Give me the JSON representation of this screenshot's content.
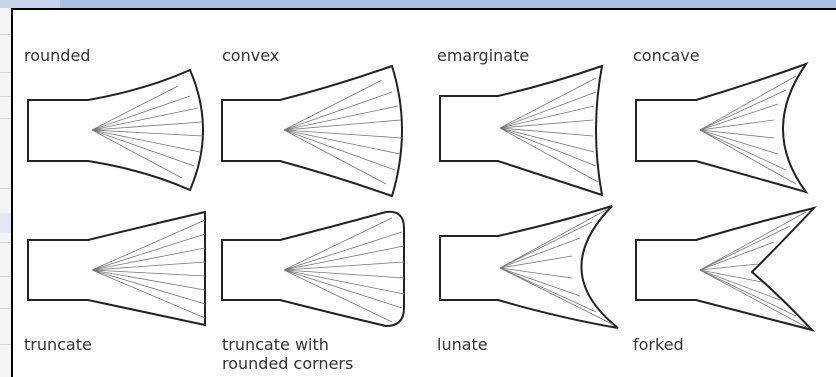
{
  "fins": {
    "rounded": {
      "label": "rounded"
    },
    "convex": {
      "label": "convex"
    },
    "emarginate": {
      "label": "emarginate"
    },
    "concave": {
      "label": "concave"
    },
    "truncate": {
      "label": "truncate"
    },
    "truncate_rounded": {
      "label_line1": "truncate with",
      "label_line2": "rounded corners"
    },
    "lunate": {
      "label": "lunate"
    },
    "forked": {
      "label": "forked"
    }
  }
}
